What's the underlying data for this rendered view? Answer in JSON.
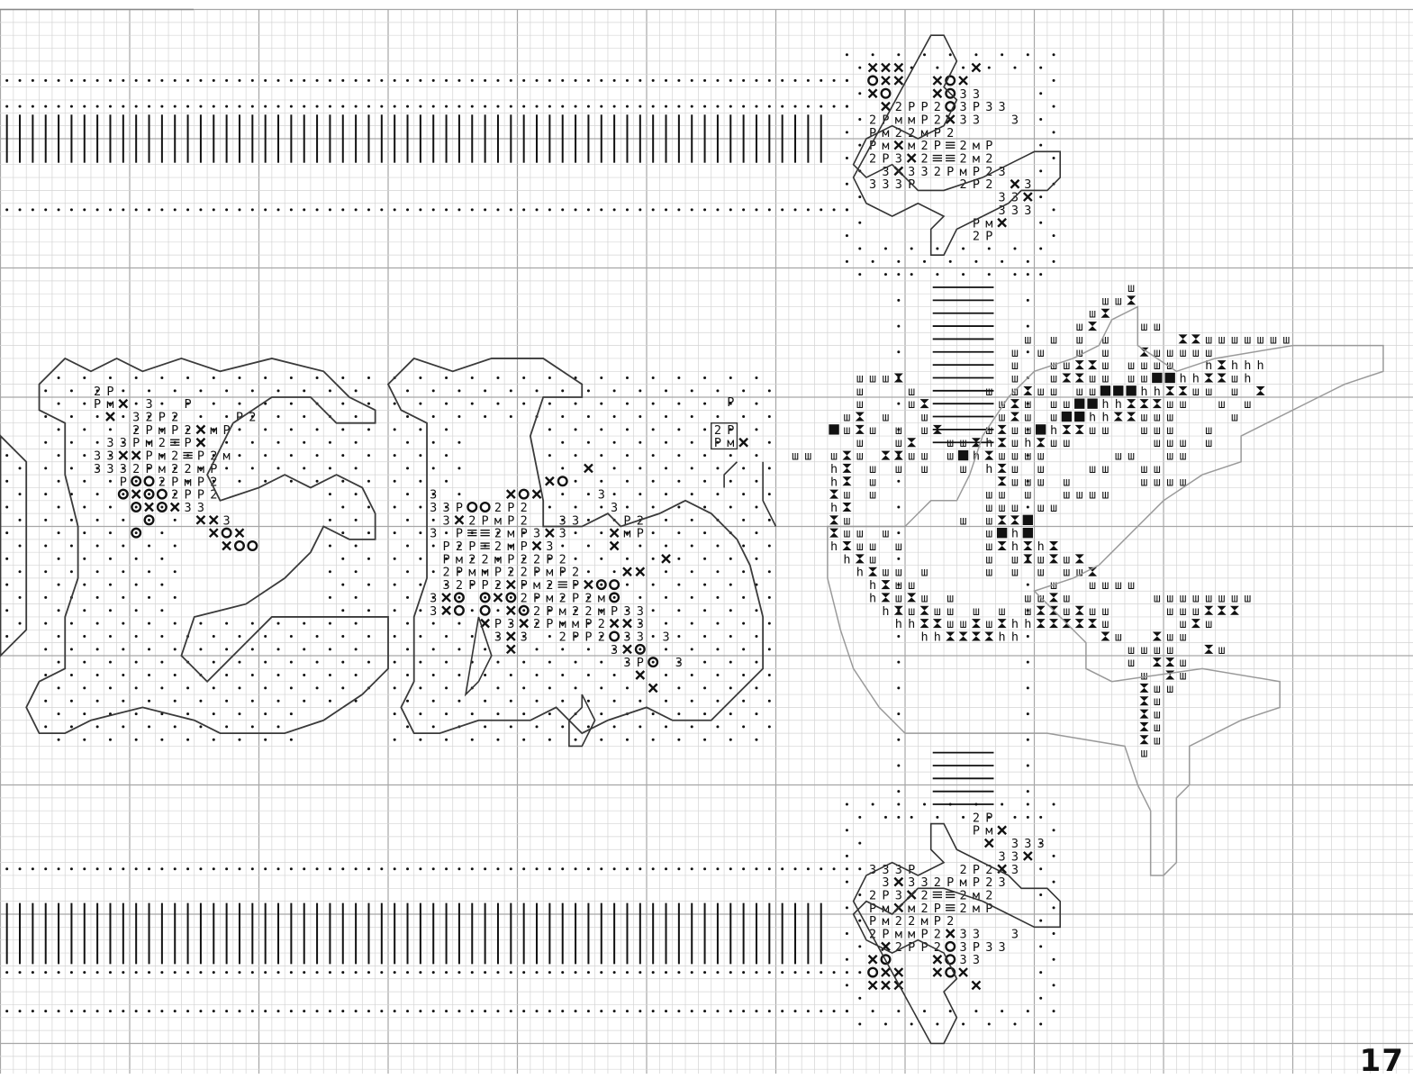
{
  "page": {
    "number": "17"
  },
  "chart": {
    "grid_unit": 14.35,
    "minor_color": "#d4d4d4",
    "major_color": "#a6a6a6",
    "outline_color": "#3a3a3a",
    "symbol_color": "#111111",
    "icon_names": [
      "dot-symbol",
      "cross-symbol",
      "ring-symbol",
      "bar-symbol",
      "hourglass-symbol",
      "block-symbol"
    ]
  },
  "borders": {
    "top_stitch_row": "||||||||||||||||||||||||||||||||||||||||||||||||||||||||||||||||",
    "bottom_stitch_row": "||||||||||||||||||||||||||||||||||||||||||||||||||||||||||||||||"
  },
  "motifs": {
    "flower_top": [
      "XXX     X     ",
      "OXX  XOX      ",
      "XO   XO33     ",
      " X2PP2O3P33   ",
      "2PMMP2X33  3  ",
      "PM22MP2       ",
      "PMXM2P=2mP    ",
      "2P3X2==2m2    ",
      " 3X332PMP23   ",
      "333P   2P2 X3 ",
      "          33X ",
      "          333 ",
      "        PMX   ",
      "        2P    "
    ],
    "flower_bottom": [
      "        2P    ",
      "        PMX   ",
      "         X 333",
      "          33X ",
      "333P   2P2X3  ",
      " 3X332PMP23   ",
      "2P3X2==2m2    ",
      "PMXM2P=2mP    ",
      "PM22MP2       ",
      "2PMMP2X33  3  ",
      " X2PP2O3P33   ",
      "XO   XO33     ",
      "OXX  XOX      ",
      "XXX     X     "
    ],
    "letter_c": [
      "2P              ",
      "PMX 3  P        ",
      " X 32P2    P2   ",
      "   2PMP2XmP     ",
      " 33PM2=PX       ",
      "33XXPM2=P2m     ",
      "3332PM22mP      ",
      "  POO2PMP2      ",
      "  OXOO2PP2      ",
      "   OXOX33       ",
      "    O   XX3     ",
      "   O     XOX    ",
      "          XOO   "
    ],
    "letter_e": [
      "            X       ",
      "         XO         ",
      "3     XOX    3      ",
      "33POO2P2      3     ",
      " 3X2PMP2  33   P2   ",
      "3 P==2mP3X3   XmP   ",
      " P2P=2mPX3    X     ",
      " PM22mP22P2       X ",
      " 2PMMP22PMP2   XX   ",
      " 32PP2XPM2=PXOO     ",
      "3XO OXO2PM2P2mO     ",
      "3XO O XO2PM22mP33   ",
      "    XP3X2PMMP2XX3   ",
      "     3X3  2PP2O33 3 ",
      "      X       3XO   ",
      "               3PO 3",
      "                X   ",
      "                 X  "
    ],
    "butterfly": [
      "                            W             ",
      "                          WWH             ",
      "                         WH              ",
      "                        WH   WW          ",
      "                    W W W W     HHWWWWWWW",
      "                   W W  W W  HWWWWW      ",
      "                   W  WWHHW WWWW  hHhhh  ",
      "       WWWH        W  WHHWW WW##hhHHWh   ",
      "       W   W     W WHWW WW###hhHHWW W H  ",
      "       W   WH     WHW WW##hhHHHWW  W W   ",
      "      WH W  W     WHW W##hhHHWWW    W    ",
      "     #WHW W WH   WHWW#hHHWW  WWW  W      ",
      "       W  WH  WWHhHWhHWW      WWW W      ",
      "  WW WHW HHWW W#hHWWWW     WW  WW        ",
      "     hH W W W  W hHW W   WW  WW          ",
      "     hH W         HWWW W     WWWW        ",
      "     HW W        WW W  WWWW              ",
      "     hH          WWW WW                  ",
      "     HW        W WHH#                    ",
      "     HWW W       W#h#                     ",
      "     hHWW W      WHhHhH                  ",
      "      hHW        W WHWHWH                 ",
      "       hHWW W    W W W WWH                ",
      "        hHWW          W  WWWW            ",
      "        hHWHW W     WWHW      WWWWWWWW  ",
      "         hHWHWW W W WHHWHWW    WWWHHH   ",
      "          hhHHWWHWHhhHHHHHW     WHW      ",
      "            hhHHHHhh      HW  HWW        ",
      "                            WWWW  HW     ",
      "                            W HHW        ",
      "                             W HW        ",
      "                             HWW         ",
      "                             HW          ",
      "                             HW          ",
      "                             HW          ",
      "                             HW          ",
      "                             W           "
    ],
    "thread_label_top": "P",
    "thread_small": [
      "2P",
      "PMX"
    ]
  }
}
